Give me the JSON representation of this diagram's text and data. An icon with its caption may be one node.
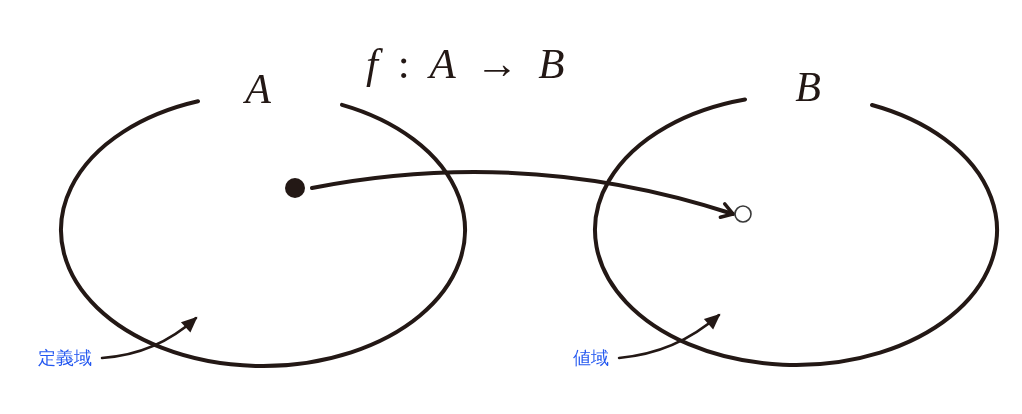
{
  "diagram": {
    "title": "*f* : *A* → *B*",
    "nodes": [
      {
        "text": [
          "A"
        ]
      },
      {
        "text": [],
        "shape": "circle",
        "in": 0
      },
      {
        "text": [
          "B"
        ]
      },
      {
        "text": [],
        "shape": "circle",
        "in": 2
      },
      {
        "text": [
          "定義域"
        ]
      },
      {
        "text": [
          "値域"
        ]
      }
    ],
    "edges": [
      {
        "from": 1,
        "to": 3,
        "arrow": "to"
      },
      {
        "from": 4,
        "to": 0,
        "arrow": "to"
      },
      {
        "from": 5,
        "to": 2,
        "arrow": "to"
      }
    ]
  }
}
